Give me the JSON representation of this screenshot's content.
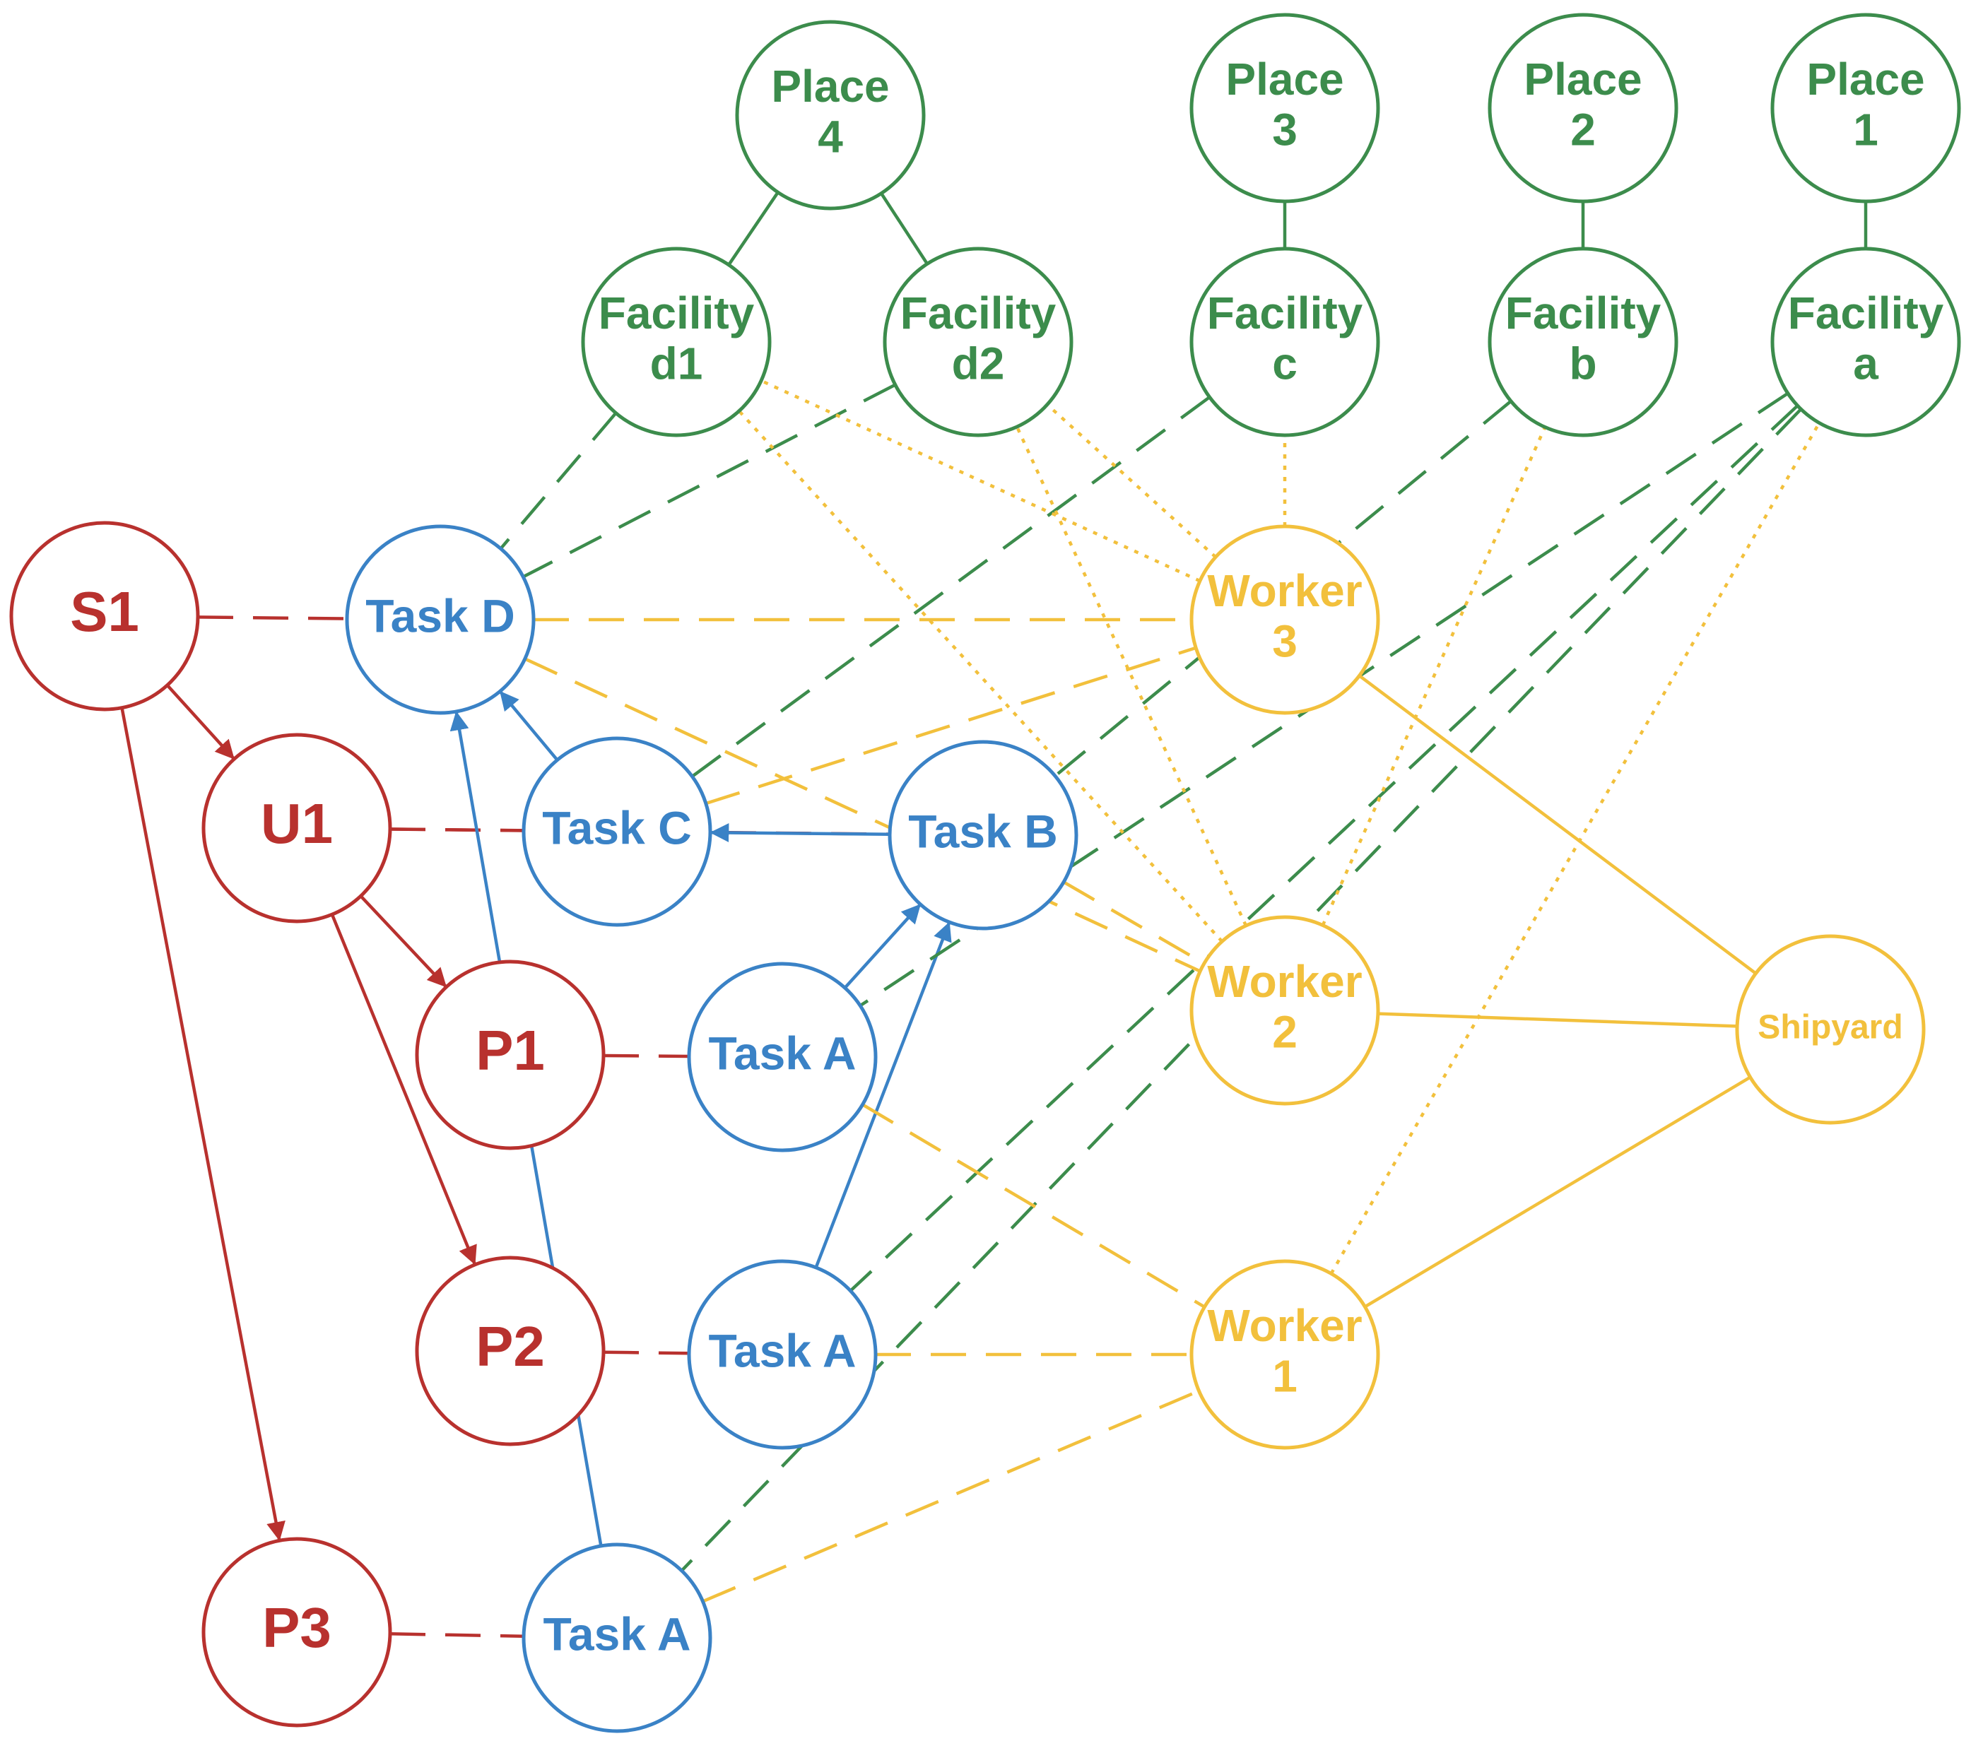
{
  "colors": {
    "red": "#B8312E",
    "blue": "#3A82C6",
    "green": "#3C8C4C",
    "yellow": "#F2C03C"
  },
  "nodes": [
    {
      "id": "place4",
      "lines": [
        "Place",
        "4"
      ],
      "color": "green"
    },
    {
      "id": "place3",
      "lines": [
        "Place",
        "3"
      ],
      "color": "green"
    },
    {
      "id": "place2",
      "lines": [
        "Place",
        "2"
      ],
      "color": "green"
    },
    {
      "id": "place1",
      "lines": [
        "Place",
        "1"
      ],
      "color": "green"
    },
    {
      "id": "facd1",
      "lines": [
        "Facility",
        "d1"
      ],
      "color": "green"
    },
    {
      "id": "facd2",
      "lines": [
        "Facility",
        "d2"
      ],
      "color": "green"
    },
    {
      "id": "facc",
      "lines": [
        "Facility",
        "c"
      ],
      "color": "green"
    },
    {
      "id": "facb",
      "lines": [
        "Facility",
        "b"
      ],
      "color": "green"
    },
    {
      "id": "faca",
      "lines": [
        "Facility",
        "a"
      ],
      "color": "green"
    },
    {
      "id": "s1",
      "lines": [
        "S1"
      ],
      "color": "red"
    },
    {
      "id": "u1",
      "lines": [
        "U1"
      ],
      "color": "red"
    },
    {
      "id": "p1",
      "lines": [
        "P1"
      ],
      "color": "red"
    },
    {
      "id": "p2",
      "lines": [
        "P2"
      ],
      "color": "red"
    },
    {
      "id": "p3",
      "lines": [
        "P3"
      ],
      "color": "red"
    },
    {
      "id": "taskD",
      "lines": [
        "Task D"
      ],
      "color": "blue"
    },
    {
      "id": "taskC",
      "lines": [
        "Task C"
      ],
      "color": "blue"
    },
    {
      "id": "taskB",
      "lines": [
        "Task B"
      ],
      "color": "blue"
    },
    {
      "id": "taskA1",
      "lines": [
        "Task A"
      ],
      "color": "blue"
    },
    {
      "id": "taskA2",
      "lines": [
        "Task A"
      ],
      "color": "blue"
    },
    {
      "id": "taskA3",
      "lines": [
        "Task A"
      ],
      "color": "blue"
    },
    {
      "id": "worker3",
      "lines": [
        "Worker",
        "3"
      ],
      "color": "yellow"
    },
    {
      "id": "worker2",
      "lines": [
        "Worker",
        "2"
      ],
      "color": "yellow"
    },
    {
      "id": "worker1",
      "lines": [
        "Worker",
        "1"
      ],
      "color": "yellow"
    },
    {
      "id": "shipyard",
      "lines": [
        "Shipyard"
      ],
      "color": "yellow"
    }
  ],
  "edges": [
    {
      "from": "place4",
      "to": "facd1",
      "color": "green",
      "style": "solid"
    },
    {
      "from": "place4",
      "to": "facd2",
      "color": "green",
      "style": "solid"
    },
    {
      "from": "place3",
      "to": "facc",
      "color": "green",
      "style": "solid"
    },
    {
      "from": "place2",
      "to": "facb",
      "color": "green",
      "style": "solid"
    },
    {
      "from": "place1",
      "to": "faca",
      "color": "green",
      "style": "solid"
    },
    {
      "from": "s1",
      "to": "u1",
      "color": "red",
      "style": "solid",
      "arrow": true
    },
    {
      "from": "s1",
      "to": "p3",
      "color": "red",
      "style": "solid",
      "arrow": true
    },
    {
      "from": "u1",
      "to": "p1",
      "color": "red",
      "style": "solid",
      "arrow": true
    },
    {
      "from": "u1",
      "to": "p2",
      "color": "red",
      "style": "solid",
      "arrow": true
    },
    {
      "from": "s1",
      "to": "taskD",
      "color": "red",
      "style": "dashed"
    },
    {
      "from": "u1",
      "to": "taskC",
      "color": "red",
      "style": "dashed"
    },
    {
      "from": "u1",
      "to": "taskB",
      "color": "red",
      "style": "dashed"
    },
    {
      "from": "p1",
      "to": "taskA1",
      "color": "red",
      "style": "dashed"
    },
    {
      "from": "p2",
      "to": "taskA2",
      "color": "red",
      "style": "dashed"
    },
    {
      "from": "p3",
      "to": "taskA3",
      "color": "red",
      "style": "dashed"
    },
    {
      "from": "taskC",
      "to": "taskD",
      "color": "blue",
      "style": "solid",
      "arrow": true
    },
    {
      "from": "taskB",
      "to": "taskC",
      "color": "blue",
      "style": "solid",
      "arrow": true
    },
    {
      "from": "taskA1",
      "to": "taskB",
      "color": "blue",
      "style": "solid",
      "arrow": true
    },
    {
      "from": "taskA2",
      "to": "taskB",
      "color": "blue",
      "style": "solid",
      "arrow": true
    },
    {
      "from": "taskA3",
      "to": "taskD",
      "color": "blue",
      "style": "solid",
      "arrow": true
    },
    {
      "from": "facd1",
      "to": "taskD",
      "color": "green",
      "style": "dashed"
    },
    {
      "from": "facd2",
      "to": "taskD",
      "color": "green",
      "style": "dashed"
    },
    {
      "from": "facc",
      "to": "taskC",
      "color": "green",
      "style": "dashed"
    },
    {
      "from": "facb",
      "to": "taskB",
      "color": "green",
      "style": "dashed"
    },
    {
      "from": "faca",
      "to": "taskA1",
      "color": "green",
      "style": "dashed"
    },
    {
      "from": "faca",
      "to": "taskA2",
      "color": "green",
      "style": "dashed"
    },
    {
      "from": "faca",
      "to": "taskA3",
      "color": "green",
      "style": "dashed"
    },
    {
      "from": "taskD",
      "to": "worker3",
      "color": "yellow",
      "style": "dashed"
    },
    {
      "from": "taskD",
      "to": "worker2",
      "color": "yellow",
      "style": "dashed"
    },
    {
      "from": "taskC",
      "to": "worker3",
      "color": "yellow",
      "style": "dashed"
    },
    {
      "from": "taskB",
      "to": "worker2",
      "color": "yellow",
      "style": "dashed"
    },
    {
      "from": "taskA1",
      "to": "worker1",
      "color": "yellow",
      "style": "dashed"
    },
    {
      "from": "taskA2",
      "to": "worker1",
      "color": "yellow",
      "style": "dashed"
    },
    {
      "from": "taskA3",
      "to": "worker1",
      "color": "yellow",
      "style": "dashed"
    },
    {
      "from": "worker3",
      "to": "facd1",
      "color": "yellow",
      "style": "dotted"
    },
    {
      "from": "worker3",
      "to": "facd2",
      "color": "yellow",
      "style": "dotted"
    },
    {
      "from": "worker3",
      "to": "facc",
      "color": "yellow",
      "style": "dotted"
    },
    {
      "from": "worker2",
      "to": "facd1",
      "color": "yellow",
      "style": "dotted"
    },
    {
      "from": "worker2",
      "to": "facd2",
      "color": "yellow",
      "style": "dotted"
    },
    {
      "from": "worker2",
      "to": "facb",
      "color": "yellow",
      "style": "dotted"
    },
    {
      "from": "worker1",
      "to": "faca",
      "color": "yellow",
      "style": "dotted"
    },
    {
      "from": "worker3",
      "to": "shipyard",
      "color": "yellow",
      "style": "solid"
    },
    {
      "from": "worker2",
      "to": "shipyard",
      "color": "yellow",
      "style": "solid"
    },
    {
      "from": "worker1",
      "to": "shipyard",
      "color": "yellow",
      "style": "solid"
    }
  ]
}
